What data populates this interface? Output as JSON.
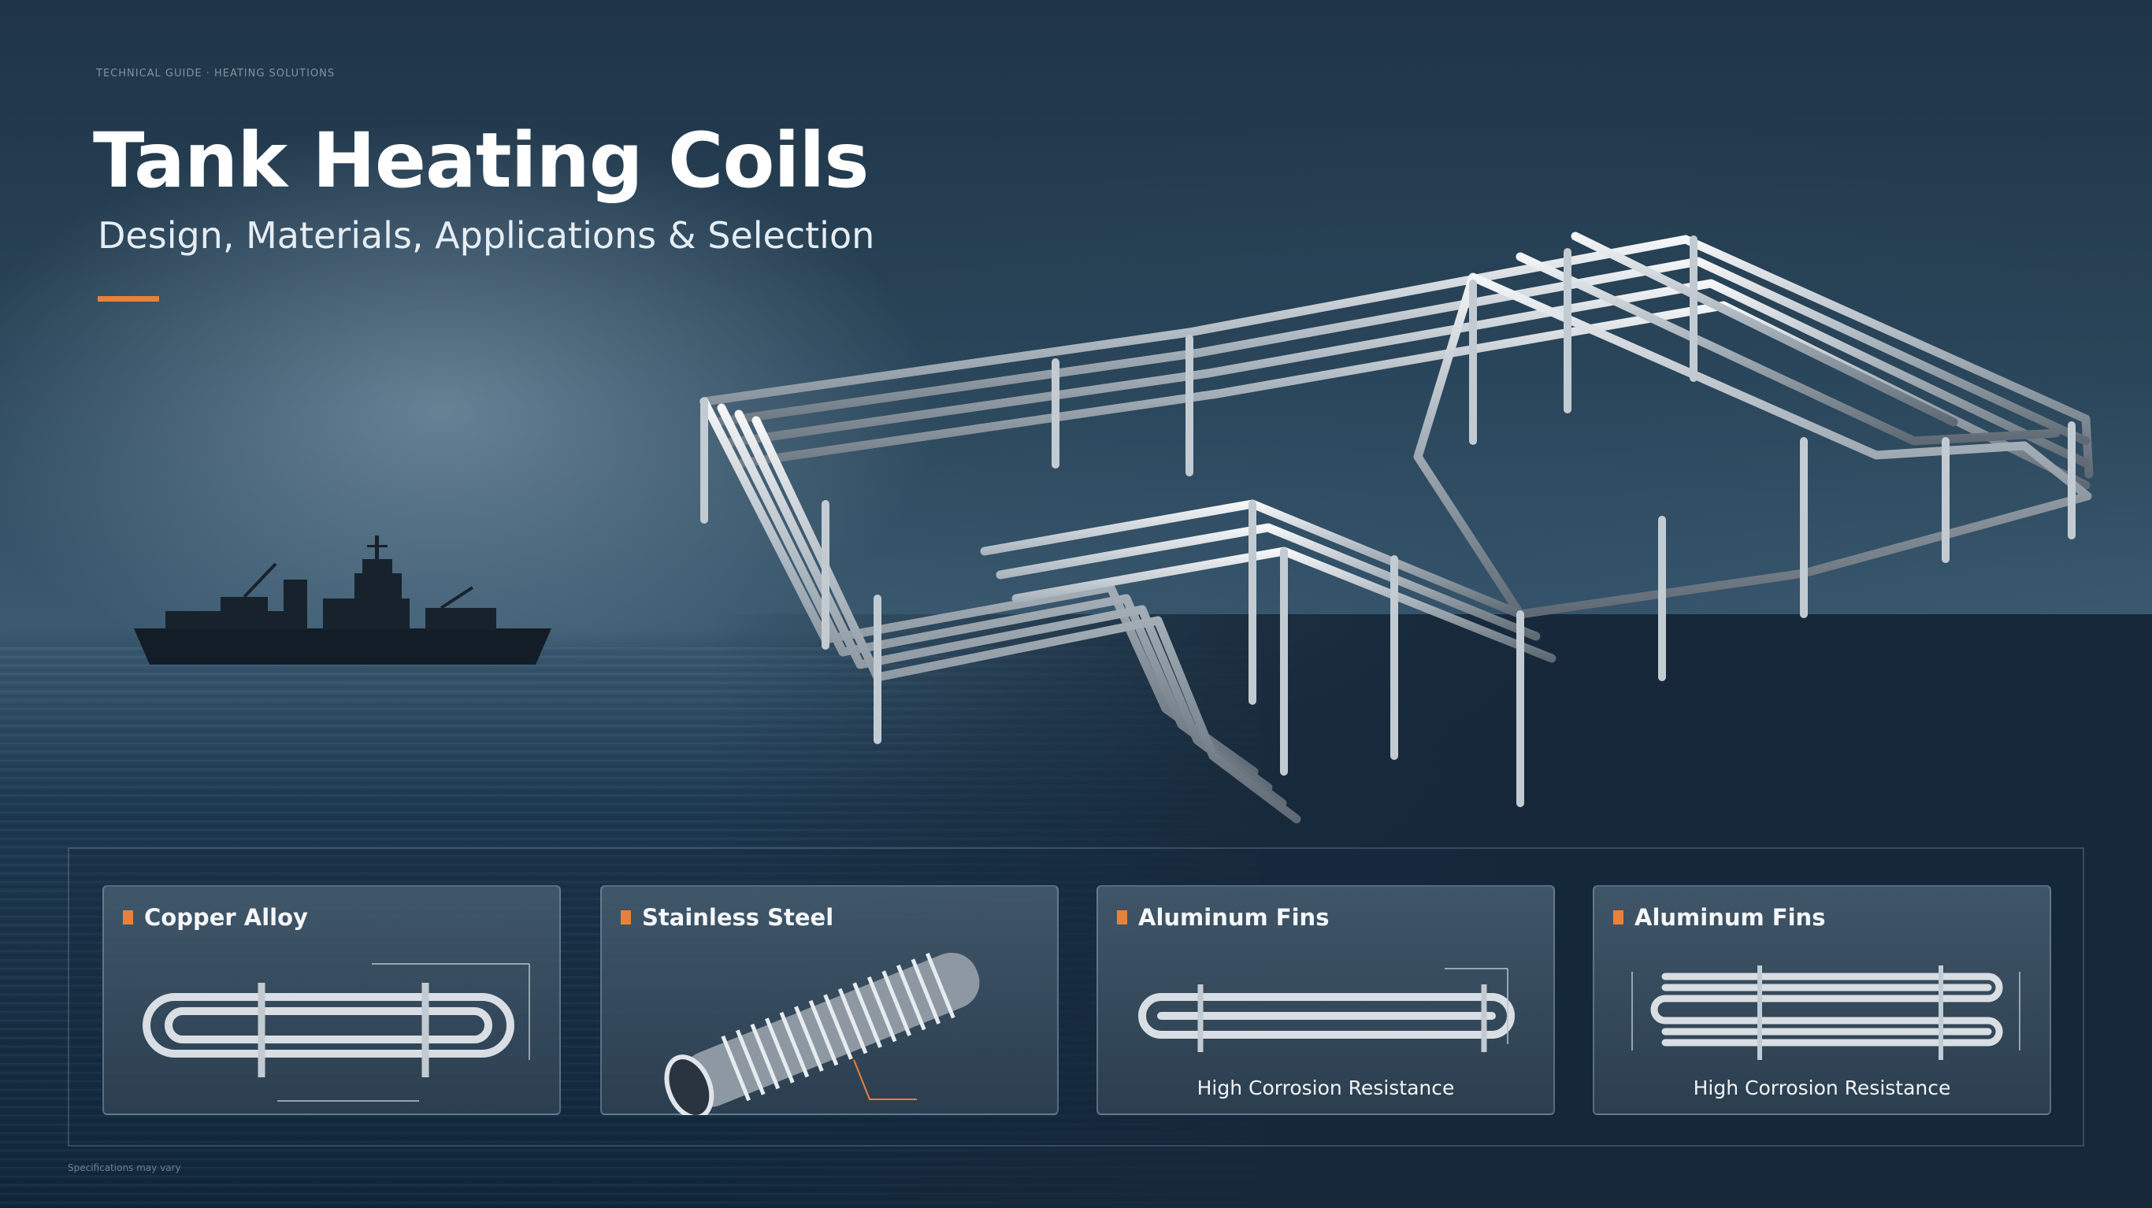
{
  "header": {
    "eyebrow": "TECHNICAL GUIDE · HEATING SOLUTIONS",
    "title": "Tank Heating Coils",
    "subtitle": "Design, Materials, Applications & Selection"
  },
  "colors": {
    "accent": "#e8823a",
    "background": "#17293a",
    "card": "#4a6274",
    "text": "#ffffff"
  },
  "cards": [
    {
      "title": "Copper Alloy",
      "caption": "",
      "icon": "u-tube-coil-icon"
    },
    {
      "title": "Stainless Steel",
      "caption": "",
      "icon": "coiled-tube-bundle-icon"
    },
    {
      "title": "Aluminum Fins",
      "caption": "High Corrosion Resistance",
      "icon": "hairpin-coil-icon"
    },
    {
      "title": "Aluminum Fins",
      "caption": "High Corrosion Resistance",
      "icon": "serpentine-coil-icon"
    }
  ],
  "footer": {
    "note": "Specifications may vary"
  }
}
